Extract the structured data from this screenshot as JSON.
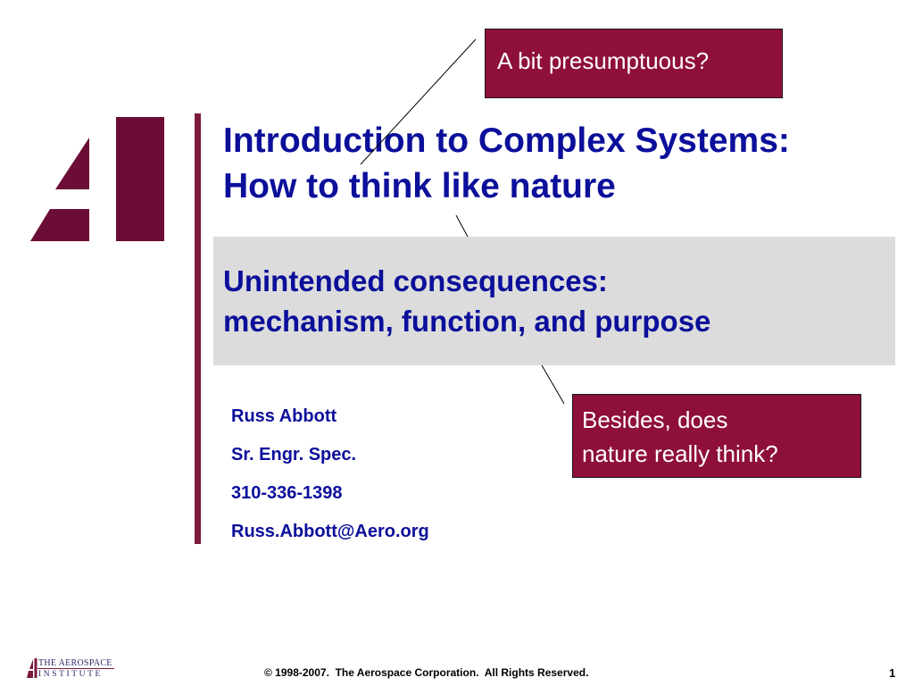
{
  "slide": {
    "title_line1": "Introduction to Complex Systems:",
    "title_line2": "How to think like nature",
    "subtitle_line1": "Unintended consequences:",
    "subtitle_line2": "mechanism, function, and purpose",
    "contact": {
      "name": "Russ Abbott",
      "position": "Sr. Engr. Spec.",
      "phone": "310-336-1398",
      "email": "Russ.Abbott@Aero.org"
    },
    "callouts": [
      {
        "text": "A bit presumptuous?"
      },
      {
        "line1": "Besides, does",
        "line2": "nature really think?"
      }
    ]
  },
  "footer": {
    "logo_line1": "THE AEROSPACE",
    "logo_line2": "INSTITUTE",
    "copyright": "© 1998-2007.  The Aerospace Corporation.  All Rights Reserved.",
    "page_number": "1"
  },
  "colors": {
    "title_blue": "#0b0f9a",
    "maroon": "#7a1a3c",
    "callout_fill": "#8e0f3a",
    "subtitle_band": "#dcdcdc"
  },
  "icons": {
    "main_logo": "aerospace-ai-logo",
    "footer_logo": "aerospace-institute-logo"
  }
}
